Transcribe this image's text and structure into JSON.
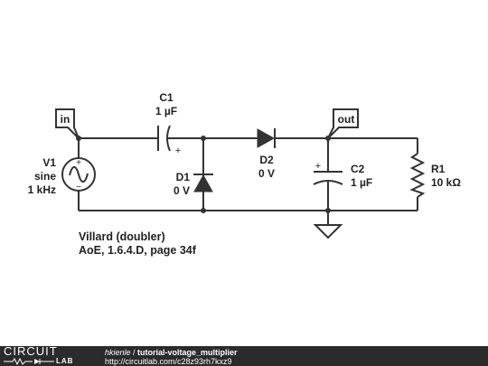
{
  "circuit": {
    "ports": {
      "in": "in",
      "out": "out"
    },
    "components": {
      "V1": {
        "name": "V1",
        "line2": "sine",
        "line3": "1 kHz"
      },
      "C1": {
        "name": "C1",
        "value": "1 µF"
      },
      "D1": {
        "name": "D1",
        "value": "0 V"
      },
      "D2": {
        "name": "D2",
        "value": "0 V"
      },
      "C2": {
        "name": "C2",
        "value": "1 µF"
      },
      "R1": {
        "name": "R1",
        "value": "10 kΩ"
      }
    },
    "description": {
      "line1": "Villard (doubler)",
      "line2": "AoE, 1.6.4.D, page 34f"
    }
  },
  "footer": {
    "logo_top": "CIRCUIT",
    "logo_bottom": "LAB",
    "author": "hkienle",
    "separator": " / ",
    "title": "tutorial-voltage_multiplier",
    "url": "http://circuitlab.com/c28z93rh7kxz9"
  }
}
